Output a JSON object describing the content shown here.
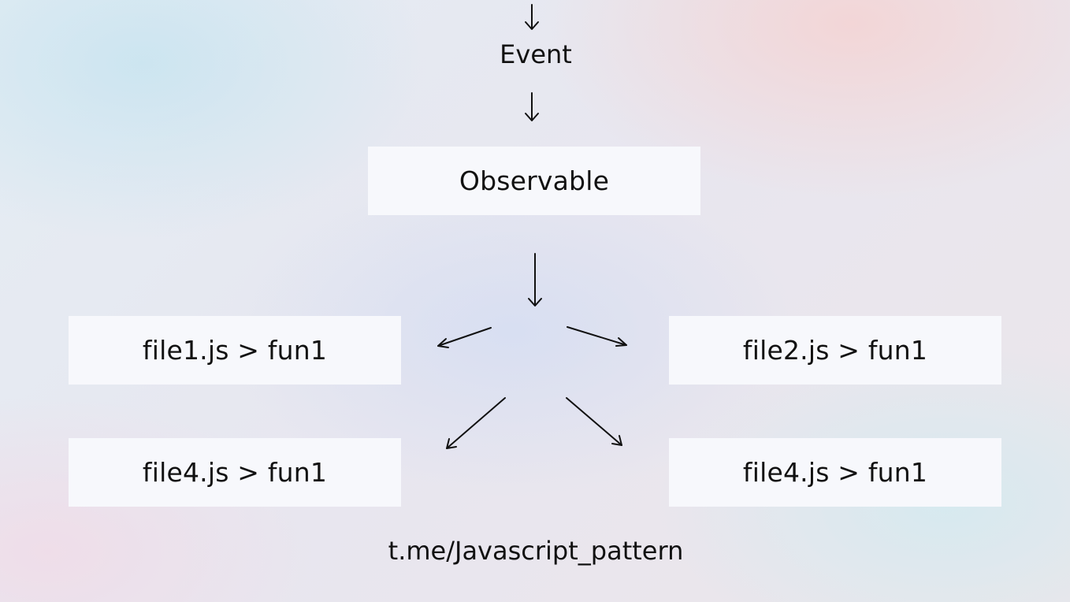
{
  "diagram": {
    "event_label": "Event",
    "observable_label": "Observable",
    "subscribers": [
      "file1.js > fun1",
      "file2.js > fun1",
      "file4.js > fun1",
      "file4.js > fun1"
    ],
    "footer": "t.me/Javascript_pattern"
  }
}
